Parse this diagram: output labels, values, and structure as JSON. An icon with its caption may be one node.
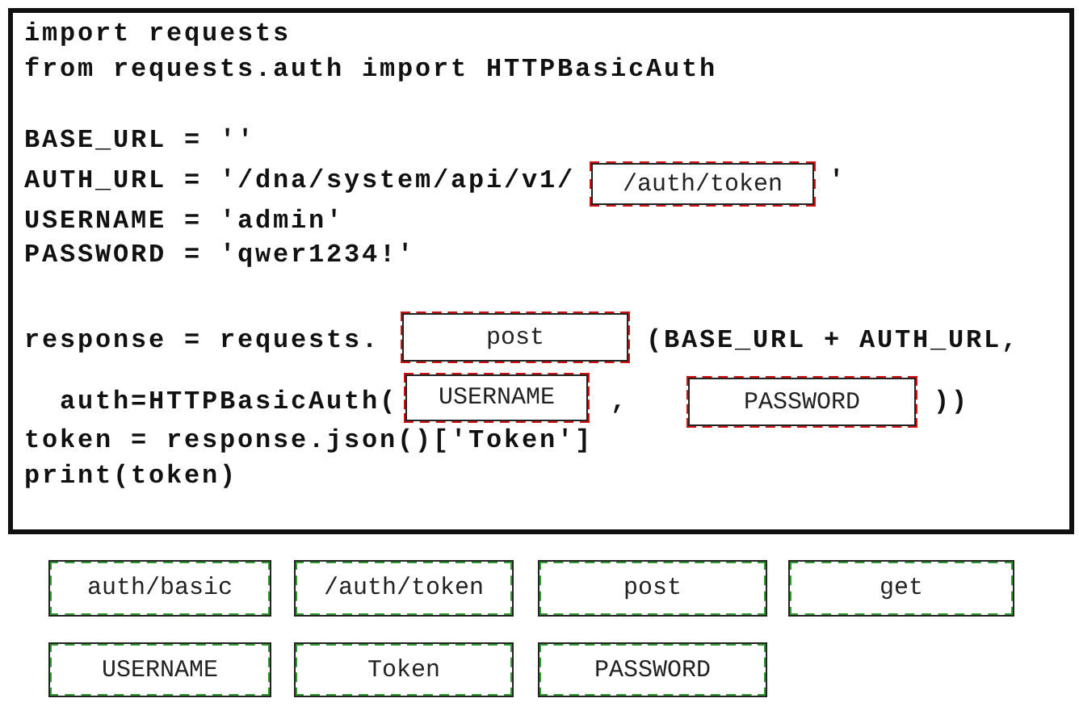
{
  "diagram": {
    "nodes": [
      {
        "text": [
          "import requests",
          "from requests.auth import HTTPBasicAuth",
          "BASE_URL = ''",
          "AUTH_URL = '/dna/system/api/v1/",
          "'",
          "USERNAME = 'admin'",
          "PASSWORD = 'qwer1234!'",
          "response = requests.",
          "(BASE_URL + AUTH_URL,",
          "auth=HTTPBasicAuth(",
          ",",
          "))",
          "token = response.json()['Token']",
          "print(token)"
        ]
      },
      {
        "text": [
          "/auth/token"
        ],
        "in": 0
      },
      {
        "text": [
          "post"
        ],
        "in": 0
      },
      {
        "text": [
          "USERNAME"
        ],
        "in": 0
      },
      {
        "text": [
          "PASSWORD"
        ],
        "in": 0
      },
      {
        "text": [
          "auth/basic"
        ]
      },
      {
        "text": [
          "/auth/token"
        ]
      },
      {
        "text": [
          "post"
        ]
      },
      {
        "text": [
          "get"
        ]
      },
      {
        "text": [
          "USERNAME"
        ]
      },
      {
        "text": [
          "Token"
        ]
      },
      {
        "text": [
          "PASSWORD"
        ]
      }
    ]
  }
}
